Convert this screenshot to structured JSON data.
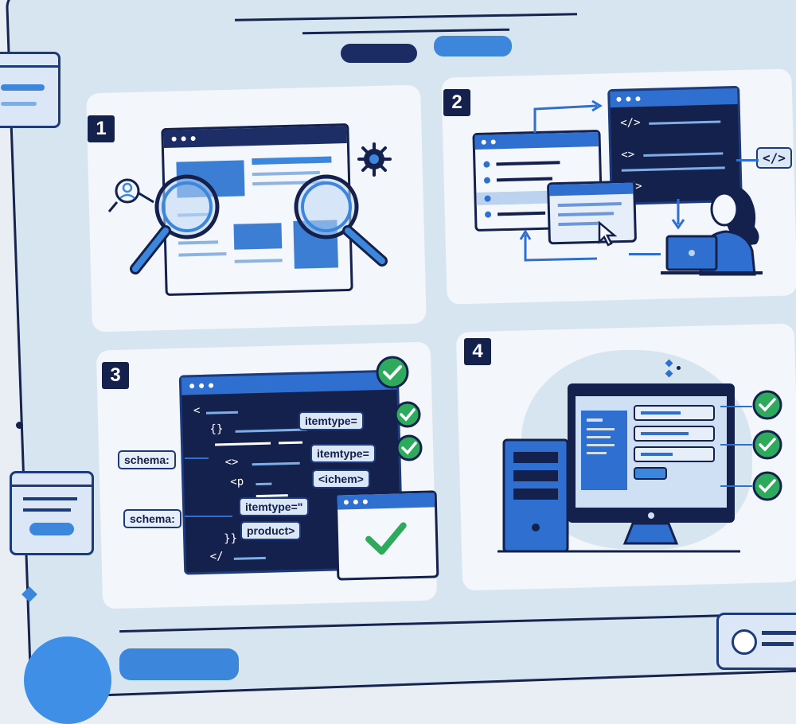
{
  "steps": [
    {
      "number": "1"
    },
    {
      "number": "2"
    },
    {
      "number": "3"
    },
    {
      "number": "4"
    }
  ],
  "step2": {
    "tag": "</>"
  },
  "step3": {
    "left_labels": [
      "schema:",
      "schema:"
    ],
    "code_chips": [
      "itemtype=",
      "itemtype=",
      "<ichem>",
      "itemtype=\"",
      "product>"
    ]
  },
  "colors": {
    "navy": "#14214d",
    "blue": "#2f6fd0",
    "light_blue": "#dbe7f6",
    "green": "#2daa5b",
    "background": "#e9eef4"
  },
  "icons": [
    "magnifier-icon",
    "user-icon",
    "gear-icon",
    "code-icon",
    "cursor-icon",
    "person-laptop-icon",
    "check-icon",
    "desktop-computer-icon"
  ]
}
